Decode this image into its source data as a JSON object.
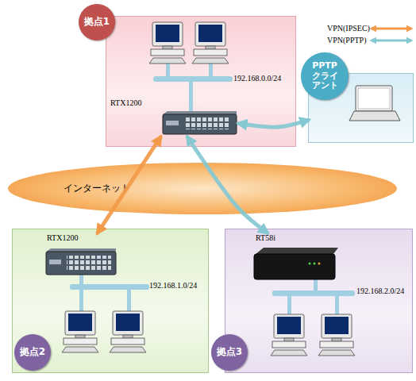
{
  "diagram": {
    "nodes": [
      {
        "text": [
          "拠点1"
        ]
      },
      {
        "text": [
          "RTX1200"
        ],
        "in": 0
      },
      {
        "text": [
          "PPTP クライ アント"
        ]
      },
      {
        "text": [
          "インターネット"
        ]
      },
      {
        "text": [
          "拠点2"
        ]
      },
      {
        "text": [
          "RTX1200"
        ],
        "in": 4
      },
      {
        "text": [
          "拠点3"
        ]
      },
      {
        "text": [
          "RT58i"
        ],
        "in": 6
      }
    ],
    "edges": [
      {
        "from": 1,
        "to": 5,
        "arrow": "both"
      },
      {
        "from": 1,
        "to": 7,
        "arrow": "both"
      },
      {
        "from": 1,
        "to": 2,
        "arrow": "both"
      }
    ],
    "labels": [
      "192.168.0.0/24",
      "192.168.1.0/24",
      "192.168.2.0/24"
    ],
    "legend": [
      {
        "text": "VPN(IPSEC)"
      },
      {
        "text": "VPN(PPTP)"
      }
    ]
  }
}
